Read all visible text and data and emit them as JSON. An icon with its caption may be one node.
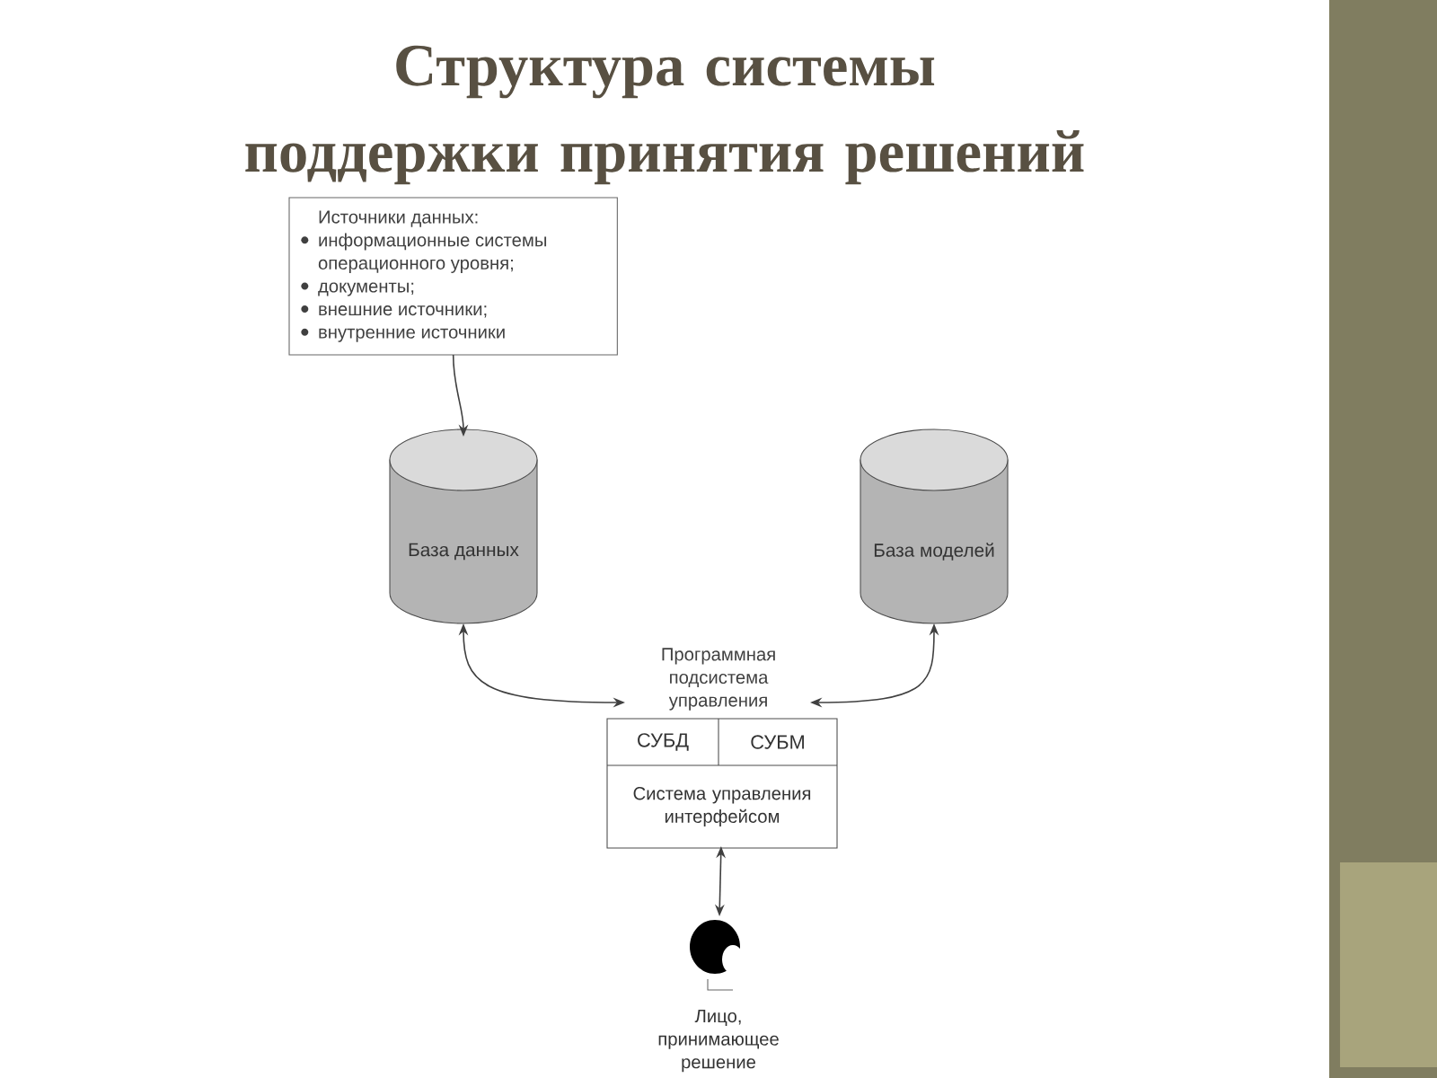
{
  "diagram": {
    "title": "Структура системы поддержки принятия решений",
    "nodes": [
      {
        "text": [
          "Источники данных:",
          "информационные системы операционного уровня;",
          "документы;",
          "внешние источники;",
          "внутренние источники"
        ]
      },
      {
        "text": [
          "База данных"
        ]
      },
      {
        "text": [
          "База моделей"
        ]
      },
      {
        "text": [
          "Программная подсистема управления"
        ]
      },
      {
        "text": [
          "СУБД"
        ],
        "in": 3
      },
      {
        "text": [
          "СУБМ"
        ],
        "in": 3
      },
      {
        "text": [
          "Система управления интерфейсом"
        ],
        "in": 3
      },
      {
        "text": [],
        "shape": "person",
        "beside": [
          "Лицо, принимающее решение"
        ]
      }
    ],
    "edges": [
      {
        "from": 0,
        "to": 1,
        "arrow": "to"
      },
      {
        "from": 3,
        "to": 1,
        "arrow": "both"
      },
      {
        "from": 3,
        "to": 2,
        "arrow": "both"
      },
      {
        "from": 6,
        "to": 7,
        "arrow": "both"
      }
    ]
  }
}
